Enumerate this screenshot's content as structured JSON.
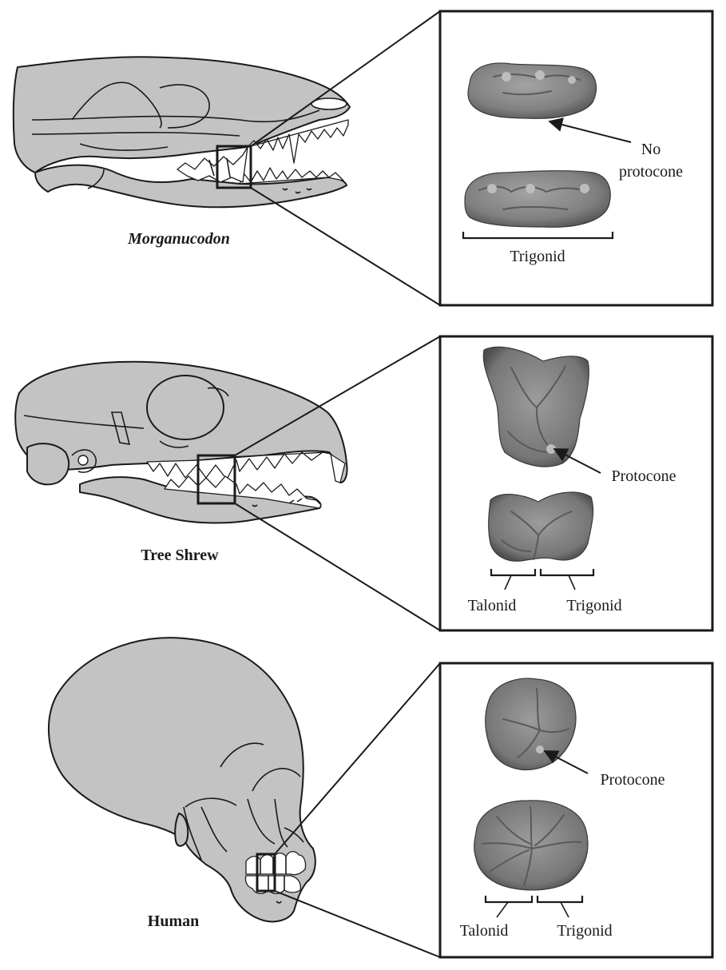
{
  "colors": {
    "skull_fill": "#c3c3c3",
    "outline": "#1a1a1a",
    "molar_light": "#9a9a9a",
    "molar_dark": "#5e5e5e",
    "background": "#ffffff"
  },
  "rows": [
    {
      "skull_label": "Morganucodon",
      "skull_label_italic": true,
      "annotation": "No protocone",
      "annotation_lines": [
        "No",
        "protocone"
      ],
      "brackets": [
        "Trigonid"
      ]
    },
    {
      "skull_label": "Tree Shrew",
      "skull_label_italic": false,
      "annotation": "Protocone",
      "annotation_lines": [
        "Protocone"
      ],
      "brackets": [
        "Talonid",
        "Trigonid"
      ]
    },
    {
      "skull_label": "Human",
      "skull_label_italic": false,
      "annotation": "Protocone",
      "annotation_lines": [
        "Protocone"
      ],
      "brackets": [
        "Talonid",
        "Trigonid"
      ]
    }
  ]
}
